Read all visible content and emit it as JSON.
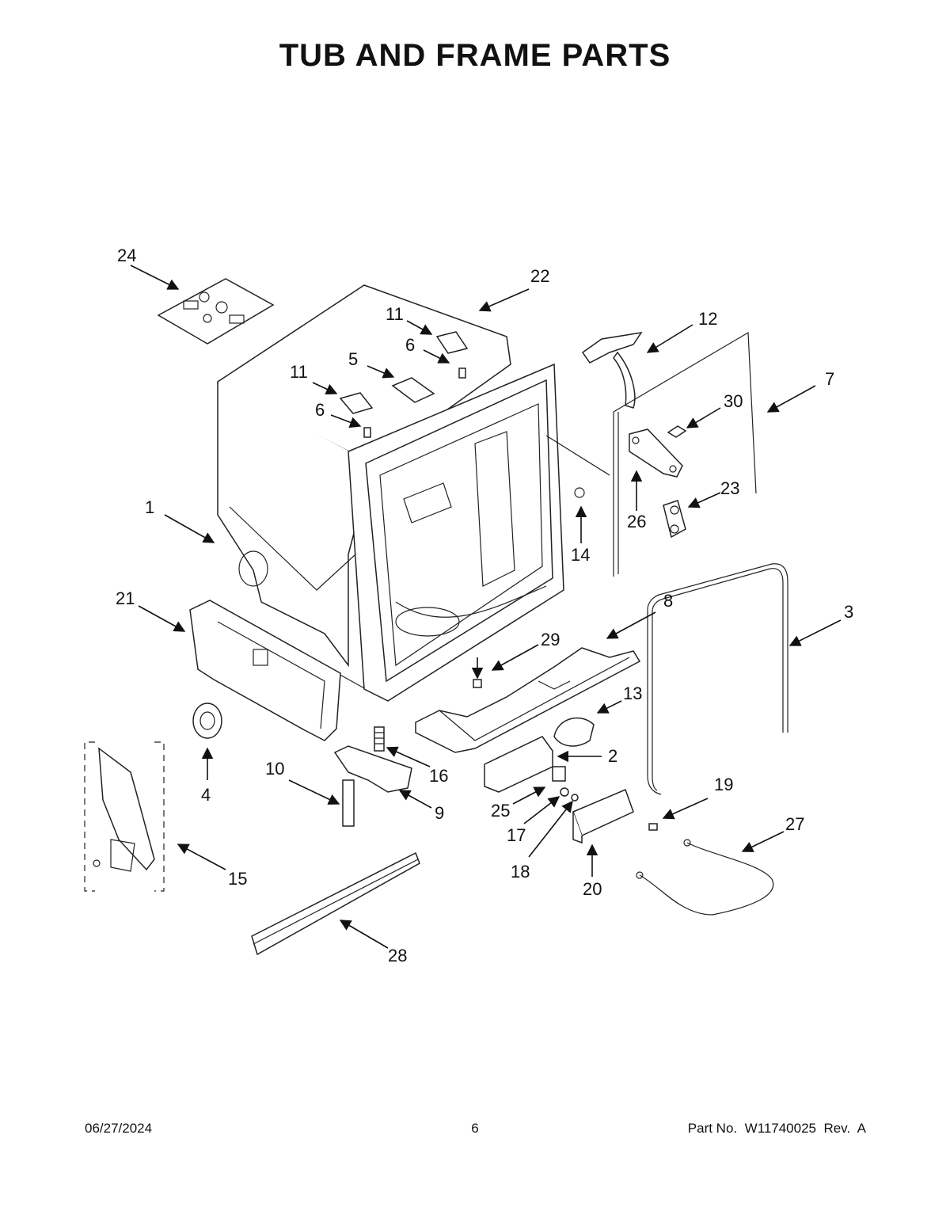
{
  "page": {
    "title": "TUB AND FRAME PARTS",
    "footer": {
      "date": "06/27/2024",
      "page_number": "6",
      "part_number": "Part No.  W11740025  Rev.  A"
    }
  },
  "callouts": [
    "1",
    "2",
    "3",
    "4",
    "5",
    "6",
    "6",
    "7",
    "8",
    "9",
    "10",
    "11",
    "11",
    "12",
    "13",
    "14",
    "15",
    "16",
    "17",
    "18",
    "19",
    "20",
    "21",
    "22",
    "23",
    "24",
    "25",
    "26",
    "27",
    "28",
    "29",
    "30"
  ]
}
